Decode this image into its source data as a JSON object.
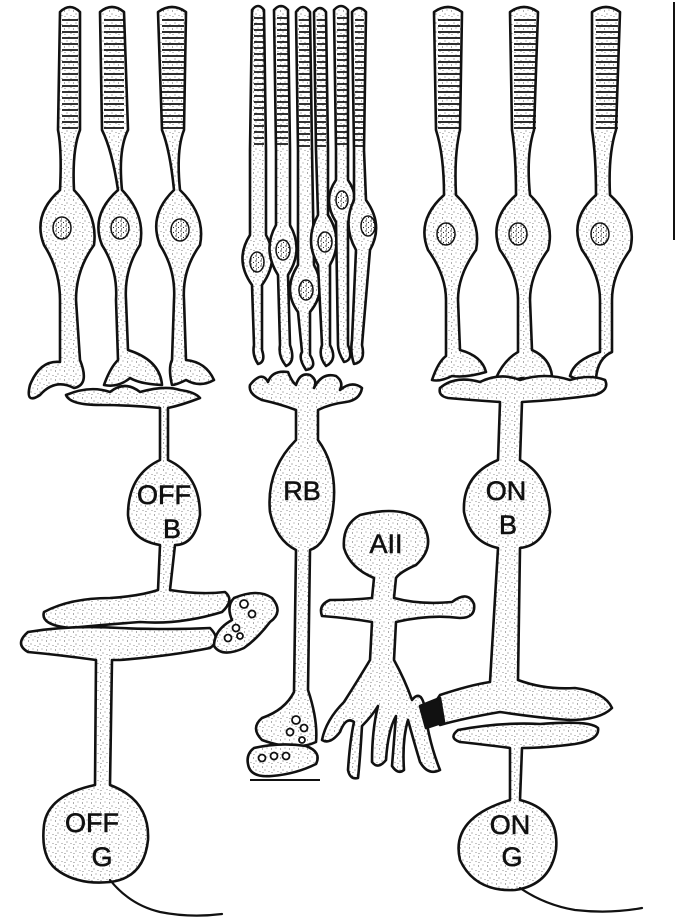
{
  "labels": {
    "off_bipolar_line1": "OFF",
    "off_bipolar_line2": "B",
    "rod_bipolar": "RB",
    "amacrine_aii": "AII",
    "on_bipolar_line1": "ON",
    "on_bipolar_line2": "B",
    "off_ganglion_line1": "OFF",
    "off_ganglion_line2": "G",
    "on_ganglion_line1": "ON",
    "on_ganglion_line2": "G"
  },
  "colors": {
    "ink": "#111111",
    "paper": "#ffffff"
  }
}
